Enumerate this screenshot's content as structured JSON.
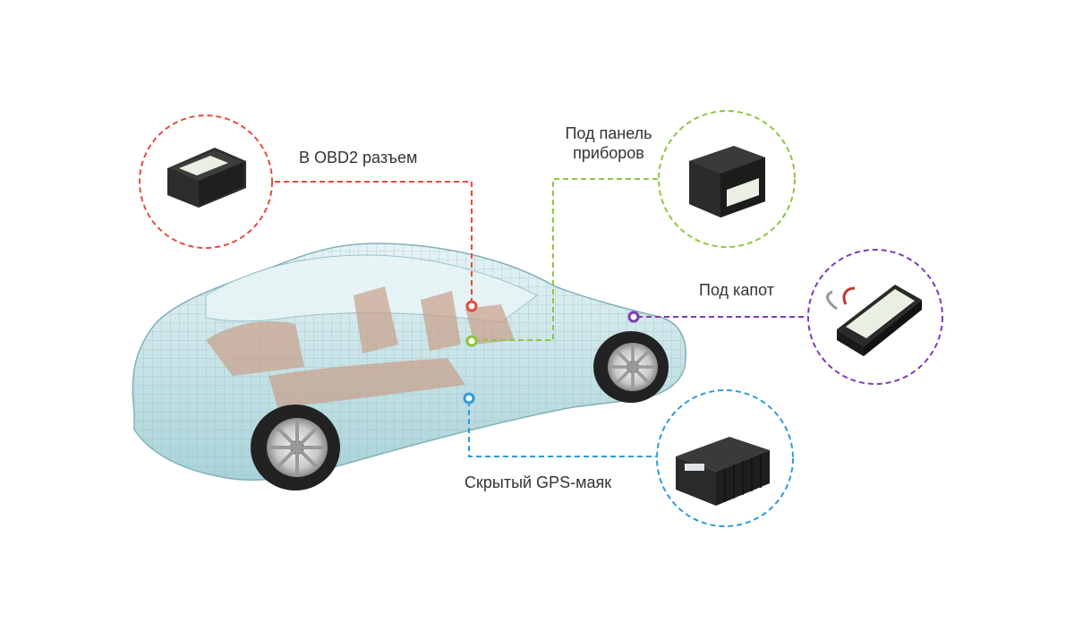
{
  "labels": {
    "obd2": "В OBD2 разъем",
    "panel_line1": "Под панель",
    "panel_line2": "приборов",
    "hood": "Под капот",
    "gps": "Скрытый GPS-маяк"
  },
  "colors": {
    "obd2": "#e84a3c",
    "panel": "#8cc63f",
    "hood": "#7d3cb5",
    "gps": "#2b9be0",
    "car_wire": "#6fa9b3",
    "car_body": "#cfe7ea",
    "interior": "#c9a08a"
  }
}
